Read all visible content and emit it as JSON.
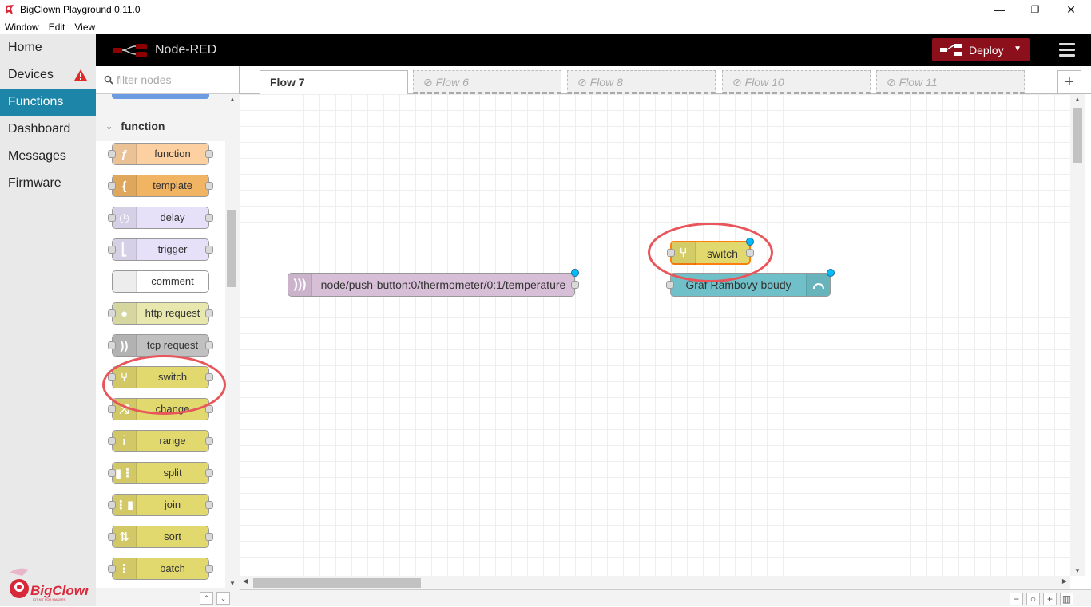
{
  "window": {
    "title": "BigClown Playground 0.11.0",
    "minimize": "—",
    "maximize": "❐",
    "close": "✕"
  },
  "menu": [
    "Window",
    "Edit",
    "View"
  ],
  "appnav": {
    "items": [
      {
        "label": "Home"
      },
      {
        "label": "Devices"
      },
      {
        "label": "Functions"
      },
      {
        "label": "Dashboard"
      },
      {
        "label": "Messages"
      },
      {
        "label": "Firmware"
      }
    ],
    "logo_text": "BigClown",
    "logo_tagline": "IOT KIT FOR MAKERS"
  },
  "header": {
    "brand": "Node-RED",
    "deploy": "Deploy"
  },
  "palette": {
    "filter_placeholder": "filter nodes",
    "category": "function",
    "nodes": [
      {
        "label": "function",
        "color": "#fdd0a2",
        "icon": "ƒ"
      },
      {
        "label": "template",
        "color": "#f0b462",
        "icon": "{"
      },
      {
        "label": "delay",
        "color": "#e6e0f8",
        "icon": "◷"
      },
      {
        "label": "trigger",
        "color": "#e6e0f8",
        "icon": "⎣"
      },
      {
        "label": "comment",
        "color": "#ffffff",
        "icon": ""
      },
      {
        "label": "http request",
        "color": "#e7e7ae",
        "icon": "●"
      },
      {
        "label": "tcp request",
        "color": "#c0c0c0",
        "icon": "))"
      },
      {
        "label": "switch",
        "color": "#e2d96e",
        "icon": "⑂"
      },
      {
        "label": "change",
        "color": "#e2d96e",
        "icon": "⤮"
      },
      {
        "label": "range",
        "color": "#e2d96e",
        "icon": "ı̇"
      },
      {
        "label": "split",
        "color": "#e2d96e",
        "icon": "▮⋮"
      },
      {
        "label": "join",
        "color": "#e2d96e",
        "icon": "⋮▮"
      },
      {
        "label": "sort",
        "color": "#e2d96e",
        "icon": "⇅"
      },
      {
        "label": "batch",
        "color": "#e2d96e",
        "icon": "⋮"
      }
    ]
  },
  "tabs": [
    {
      "label": "Flow 7",
      "active": true
    },
    {
      "label": "Flow 6",
      "disabled": true
    },
    {
      "label": "Flow 8",
      "disabled": true
    },
    {
      "label": "Flow 10",
      "disabled": true
    },
    {
      "label": "Flow 11",
      "disabled": true
    }
  ],
  "workspace": {
    "nodes": [
      {
        "label": "node/push-button:0/thermometer/0:1/temperature",
        "color": "#d8bfd8",
        "type": "mqtt in"
      },
      {
        "label": "switch",
        "color": "#e2d96e",
        "type": "switch"
      },
      {
        "label": "Graf Rambovy boudy",
        "color": "#6fc0c8",
        "type": "ui gauge"
      }
    ]
  },
  "colors": {
    "accent": "#1d85a8",
    "deploy": "#8c101c",
    "annotation": "#e8555a",
    "header": "#000000"
  }
}
